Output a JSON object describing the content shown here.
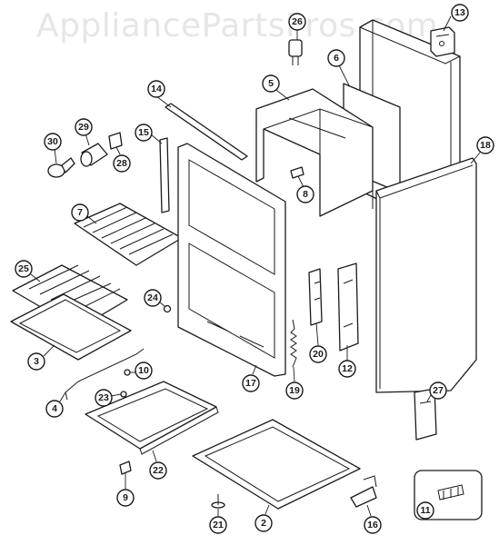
{
  "watermark": "AppliancePartsPros.com",
  "callouts": [
    {
      "id": "13",
      "label": "13"
    },
    {
      "id": "26",
      "label": "26"
    },
    {
      "id": "6",
      "label": "6"
    },
    {
      "id": "5",
      "label": "5"
    },
    {
      "id": "14",
      "label": "14"
    },
    {
      "id": "29",
      "label": "29"
    },
    {
      "id": "30",
      "label": "30"
    },
    {
      "id": "28",
      "label": "28"
    },
    {
      "id": "15",
      "label": "15"
    },
    {
      "id": "8",
      "label": "8"
    },
    {
      "id": "18",
      "label": "18"
    },
    {
      "id": "7",
      "label": "7"
    },
    {
      "id": "25",
      "label": "25"
    },
    {
      "id": "24",
      "label": "24"
    },
    {
      "id": "3",
      "label": "3"
    },
    {
      "id": "20",
      "label": "20"
    },
    {
      "id": "12",
      "label": "12"
    },
    {
      "id": "10",
      "label": "10"
    },
    {
      "id": "17",
      "label": "17"
    },
    {
      "id": "19",
      "label": "19"
    },
    {
      "id": "4",
      "label": "4"
    },
    {
      "id": "23",
      "label": "23"
    },
    {
      "id": "27",
      "label": "27"
    },
    {
      "id": "22",
      "label": "22"
    },
    {
      "id": "9",
      "label": "9"
    },
    {
      "id": "11",
      "label": "11"
    },
    {
      "id": "21",
      "label": "21"
    },
    {
      "id": "2",
      "label": "2"
    },
    {
      "id": "16",
      "label": "16"
    }
  ]
}
